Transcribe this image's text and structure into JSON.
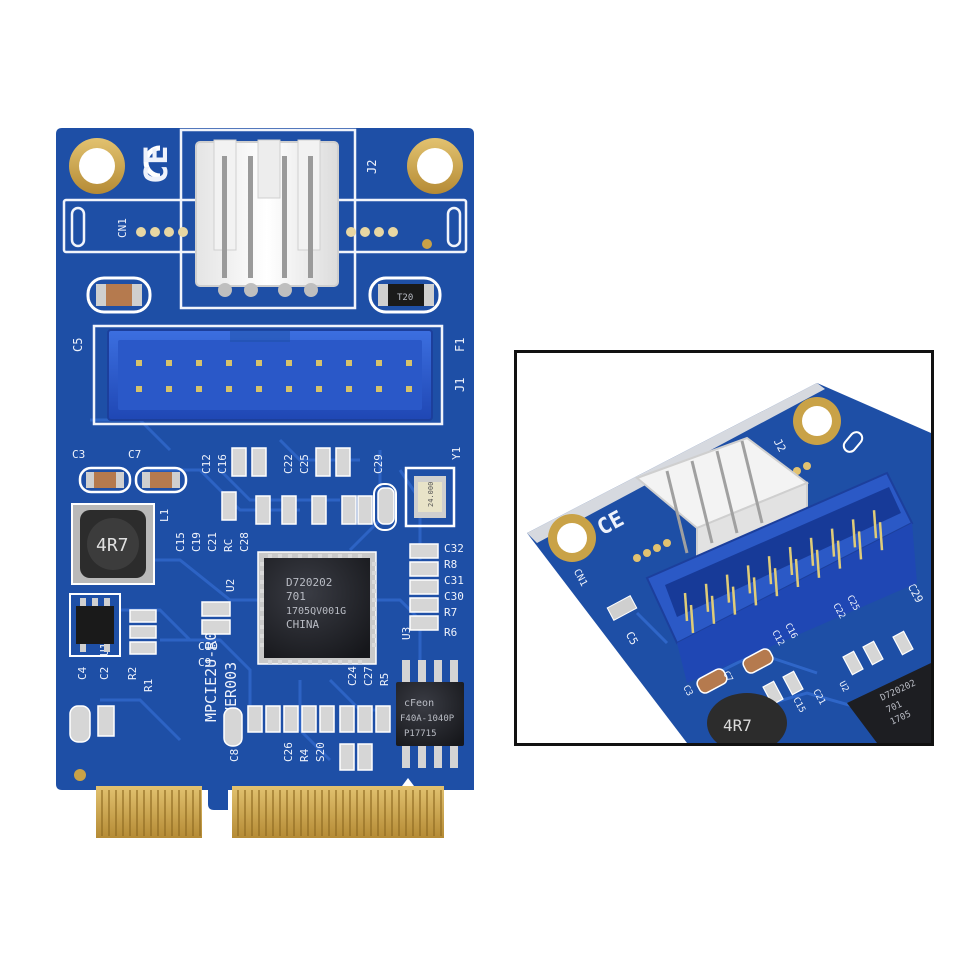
{
  "photo": {
    "subject": "Mini PCIe card",
    "board": {
      "pcb_color": "#1e4fa6",
      "trace_color": "#2d63c4",
      "connector_color": "#2b59c6",
      "gold_color": "#c9a247",
      "ce_mark": "CE",
      "marks": {
        "cn1": "CN1",
        "j2": "J2",
        "c5": "C5",
        "f1": "F1",
        "j1": "J1",
        "y1": "Y1",
        "c3": "C3",
        "c7": "C7",
        "c12": "C12",
        "c16": "C16",
        "c22": "C22",
        "c25": "C25",
        "c29": "C29",
        "l1": "L1",
        "c15": "C15",
        "c19": "C19",
        "c21": "C21",
        "rc": "RC",
        "c28": "C28",
        "u2": "U2",
        "c32": "C32",
        "r8": "R8",
        "c31": "C31",
        "c30": "C30",
        "r7": "R7",
        "r6": "R6",
        "u3": "U3",
        "c10": "C10",
        "c9": "C9",
        "c4": "C4",
        "c2": "C2",
        "u1": "U1",
        "r2": "R2",
        "r1": "R1",
        "c24": "C24",
        "c27": "C27",
        "r5": "R5",
        "c8": "C8",
        "c26": "C26",
        "r4": "R4",
        "s20": "S20",
        "model": "MPCIE2U-R01",
        "version": "VER003",
        "inductor": "4R7",
        "fuse": "T20",
        "crystal": "24.000"
      },
      "main_chip": [
        "D720202",
        "701",
        "1705QV001G",
        "CHINA"
      ],
      "flash_chip": [
        "cFeon",
        "F40A-1040P",
        "P17715"
      ]
    },
    "inset": {
      "marks": {
        "j2": "J2",
        "ce": "CE",
        "cn1": "CN1",
        "c5": "C5",
        "c29": "C29",
        "c12": "C12",
        "c16": "C16",
        "c22": "C22",
        "c25": "C25",
        "c3": "C3",
        "c7": "C7",
        "inductor": "4R7",
        "c15": "C15",
        "u2": "U2",
        "c21": "C21"
      },
      "main_chip": [
        "D720202",
        "701",
        "1705"
      ]
    }
  }
}
